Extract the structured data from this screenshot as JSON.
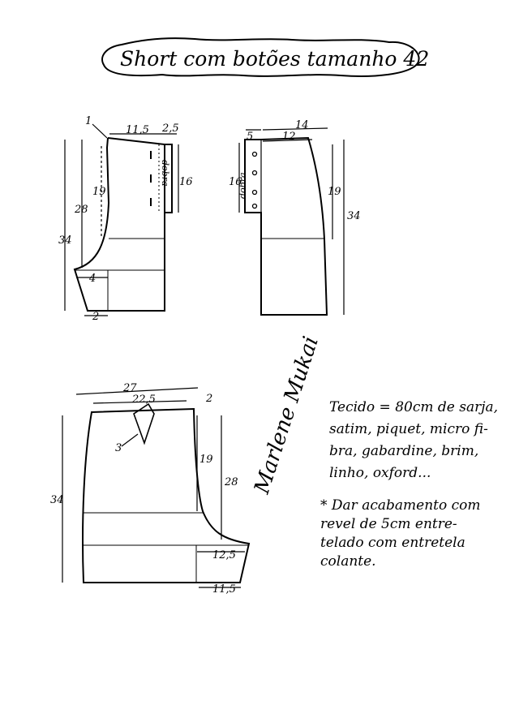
{
  "title": "Short com botões tamanho 42",
  "front_top": {
    "m1": "1",
    "m11_5": "11,5",
    "m2_5": "2,5",
    "m34": "34",
    "m28": "28",
    "m19": "19",
    "m16": "16",
    "m4": "4",
    "m2": "2",
    "fold": "dobra"
  },
  "back_top": {
    "m14": "14",
    "m5": "5",
    "m12": "12",
    "m16": "16",
    "m19": "19",
    "m34": "34",
    "fold": "dobra"
  },
  "bottom_piece": {
    "m27": "27",
    "m22_5": "22,5",
    "m2": "2",
    "m3": "3",
    "m34": "34",
    "m19": "19",
    "m28": "28",
    "m12_5": "12,5",
    "m11_5": "11,5"
  },
  "signature": "Marlene Mukai",
  "notes": {
    "fabric_lines": [
      "Tecido = 80cm de sarja,",
      "satim, piquet, micro fi-",
      "bra, gabardine, brim,",
      "linho, oxford..."
    ],
    "finish_lines": [
      "* Dar acabamento com",
      "revel de 5cm entre-",
      "telado com entretela",
      "colante."
    ]
  }
}
